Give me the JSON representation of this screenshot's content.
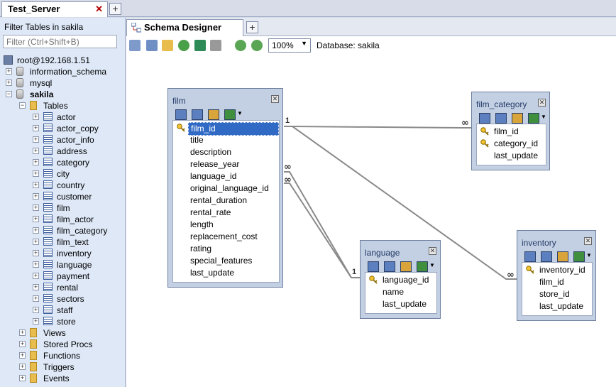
{
  "window": {
    "tab_title": "Test_Server"
  },
  "sidebar": {
    "filter_label": "Filter Tables in sakila",
    "filter_placeholder": "Filter (Ctrl+Shift+B)",
    "server": "root@192.168.1.51",
    "databases": [
      {
        "name": "information_schema"
      },
      {
        "name": "mysql"
      },
      {
        "name": "sakila"
      }
    ],
    "tables_folder": "Tables",
    "tables": [
      "actor",
      "actor_copy",
      "actor_info",
      "address",
      "category",
      "city",
      "country",
      "customer",
      "film",
      "film_actor",
      "film_category",
      "film_text",
      "inventory",
      "language",
      "payment",
      "rental",
      "sectors",
      "staff",
      "store"
    ],
    "folders": [
      "Views",
      "Stored Procs",
      "Functions",
      "Triggers",
      "Events"
    ]
  },
  "designer": {
    "tab_label": "Schema Designer",
    "zoom": "100%",
    "database_label": "Database: sakila",
    "relation_labels": {
      "one": "1",
      "many": "∞"
    },
    "tables": [
      {
        "name": "film",
        "fields": [
          {
            "name": "film_id",
            "key": true,
            "selected": true
          },
          {
            "name": "title"
          },
          {
            "name": "description"
          },
          {
            "name": "release_year"
          },
          {
            "name": "language_id"
          },
          {
            "name": "original_language_id"
          },
          {
            "name": "rental_duration"
          },
          {
            "name": "rental_rate"
          },
          {
            "name": "length"
          },
          {
            "name": "replacement_cost"
          },
          {
            "name": "rating"
          },
          {
            "name": "special_features"
          },
          {
            "name": "last_update"
          }
        ]
      },
      {
        "name": "film_category",
        "fields": [
          {
            "name": "film_id",
            "key": true
          },
          {
            "name": "category_id",
            "key": true
          },
          {
            "name": "last_update"
          }
        ]
      },
      {
        "name": "language",
        "fields": [
          {
            "name": "language_id",
            "key": true
          },
          {
            "name": "name"
          },
          {
            "name": "last_update"
          }
        ]
      },
      {
        "name": "inventory",
        "fields": [
          {
            "name": "inventory_id",
            "key": true
          },
          {
            "name": "film_id"
          },
          {
            "name": "store_id"
          },
          {
            "name": "last_update"
          }
        ]
      }
    ]
  },
  "colors": {
    "selection": "#316ac5",
    "tablebox": "#c3d0e3",
    "sidebar": "#dee8f7",
    "relation_line": "#8a8a8a"
  }
}
